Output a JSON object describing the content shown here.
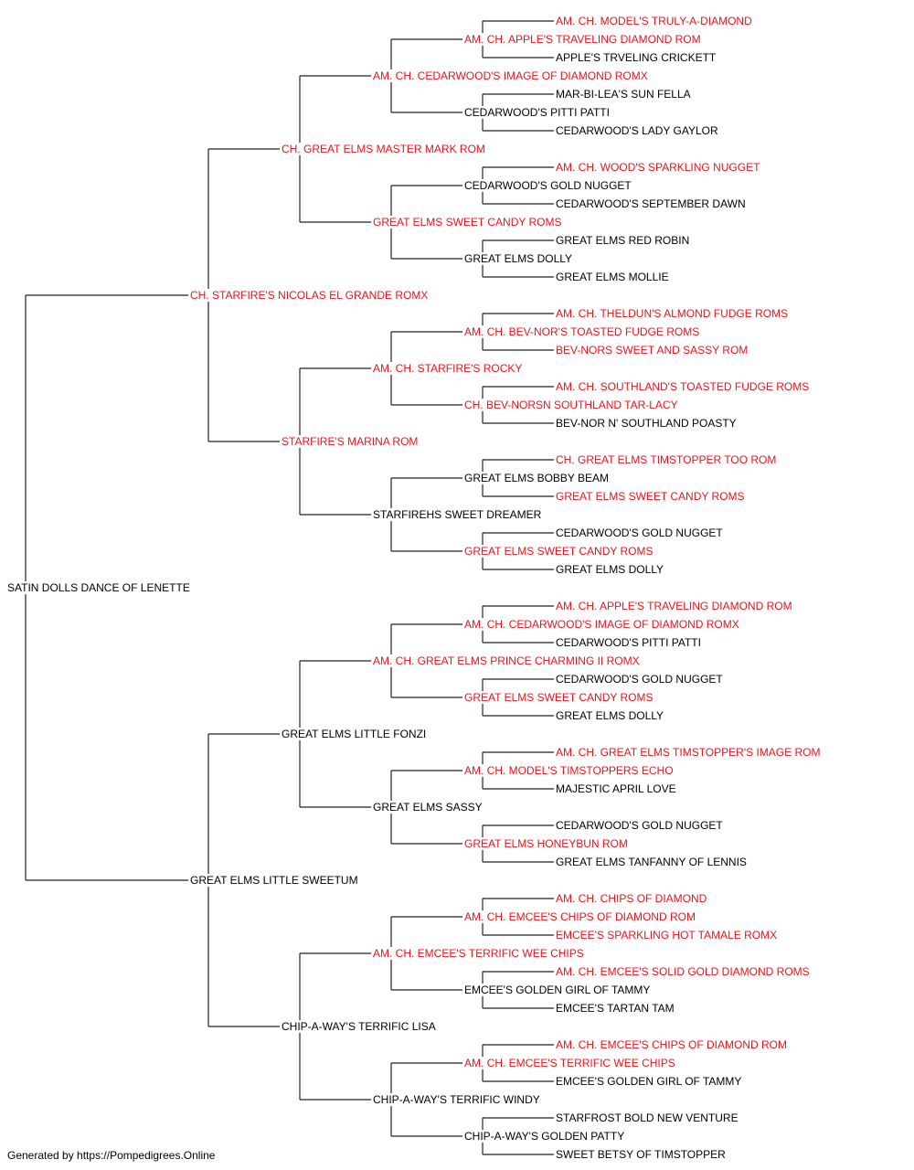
{
  "colors": {
    "titled": "#e8141c",
    "plain": "#000000",
    "line": "#222222"
  },
  "pedigree": {
    "name": "SATIN DOLLS DANCE OF LENETTE",
    "titled": false,
    "sire": {
      "name": "CH. STARFIRE'S NICOLAS EL GRANDE ROMX",
      "titled": true,
      "sire": {
        "name": "CH. GREAT ELMS MASTER MARK ROM",
        "titled": true,
        "sire": {
          "name": "AM. CH. CEDARWOOD'S IMAGE OF DIAMOND ROMX",
          "titled": true,
          "sire": {
            "name": "AM. CH. APPLE'S TRAVELING DIAMOND ROM",
            "titled": true,
            "sire": {
              "name": "AM. CH. MODEL'S TRULY-A-DIAMOND",
              "titled": true
            },
            "dam": {
              "name": "APPLE'S TRVELING CRICKETT",
              "titled": false
            }
          },
          "dam": {
            "name": "CEDARWOOD'S PITTI PATTI",
            "titled": false,
            "sire": {
              "name": "MAR-BI-LEA'S SUN FELLA",
              "titled": false
            },
            "dam": {
              "name": "CEDARWOOD'S LADY GAYLOR",
              "titled": false
            }
          }
        },
        "dam": {
          "name": "GREAT ELMS SWEET CANDY ROMS",
          "titled": true,
          "sire": {
            "name": "CEDARWOOD'S GOLD NUGGET",
            "titled": false,
            "sire": {
              "name": "AM. CH. WOOD'S SPARKLING NUGGET",
              "titled": true
            },
            "dam": {
              "name": "CEDARWOOD'S SEPTEMBER DAWN",
              "titled": false
            }
          },
          "dam": {
            "name": "GREAT ELMS DOLLY",
            "titled": false,
            "sire": {
              "name": "GREAT ELMS RED ROBIN",
              "titled": false
            },
            "dam": {
              "name": "GREAT ELMS MOLLIE",
              "titled": false
            }
          }
        }
      },
      "dam": {
        "name": "STARFIRE'S MARINA ROM",
        "titled": true,
        "sire": {
          "name": "AM. CH. STARFIRE'S ROCKY",
          "titled": true,
          "sire": {
            "name": "AM. CH. BEV-NOR'S TOASTED FUDGE ROMS",
            "titled": true,
            "sire": {
              "name": "AM. CH. THELDUN'S ALMOND FUDGE ROMS",
              "titled": true
            },
            "dam": {
              "name": "BEV-NORS SWEET AND SASSY ROM",
              "titled": true
            }
          },
          "dam": {
            "name": "CH. BEV-NORSN SOUTHLAND TAR-LACY",
            "titled": true,
            "sire": {
              "name": "AM. CH. SOUTHLAND'S TOASTED FUDGE ROMS",
              "titled": true
            },
            "dam": {
              "name": "BEV-NOR N' SOUTHLAND POASTY",
              "titled": false
            }
          }
        },
        "dam": {
          "name": "STARFIREHS SWEET DREAMER",
          "titled": false,
          "sire": {
            "name": "GREAT ELMS BOBBY BEAM",
            "titled": false,
            "sire": {
              "name": "CH. GREAT ELMS TIMSTOPPER TOO ROM",
              "titled": true
            },
            "dam": {
              "name": "GREAT ELMS SWEET CANDY ROMS",
              "titled": true
            }
          },
          "dam": {
            "name": "GREAT ELMS SWEET CANDY ROMS",
            "titled": true,
            "sire": {
              "name": "CEDARWOOD'S GOLD NUGGET",
              "titled": false
            },
            "dam": {
              "name": "GREAT ELMS DOLLY",
              "titled": false
            }
          }
        }
      }
    },
    "dam": {
      "name": "GREAT ELMS LITTLE SWEETUM",
      "titled": false,
      "sire": {
        "name": "GREAT ELMS LITTLE FONZI",
        "titled": false,
        "sire": {
          "name": "AM. CH. GREAT ELMS PRINCE CHARMING II ROMX",
          "titled": true,
          "sire": {
            "name": "AM. CH. CEDARWOOD'S IMAGE OF DIAMOND ROMX",
            "titled": true,
            "sire": {
              "name": "AM. CH. APPLE'S TRAVELING DIAMOND ROM",
              "titled": true
            },
            "dam": {
              "name": "CEDARWOOD'S PITTI PATTI",
              "titled": false
            }
          },
          "dam": {
            "name": "GREAT ELMS SWEET CANDY ROMS",
            "titled": true,
            "sire": {
              "name": "CEDARWOOD'S GOLD NUGGET",
              "titled": false
            },
            "dam": {
              "name": "GREAT ELMS DOLLY",
              "titled": false
            }
          }
        },
        "dam": {
          "name": "GREAT ELMS SASSY",
          "titled": false,
          "sire": {
            "name": "AM. CH. MODEL'S TIMSTOPPERS ECHO",
            "titled": true,
            "sire": {
              "name": "AM. CH. GREAT ELMS TIMSTOPPER'S IMAGE ROM",
              "titled": true
            },
            "dam": {
              "name": "MAJESTIC APRIL LOVE",
              "titled": false
            }
          },
          "dam": {
            "name": "GREAT ELMS HONEYBUN ROM",
            "titled": true,
            "sire": {
              "name": "CEDARWOOD'S GOLD NUGGET",
              "titled": false
            },
            "dam": {
              "name": "GREAT ELMS TANFANNY OF LENNIS",
              "titled": false
            }
          }
        }
      },
      "dam": {
        "name": "CHIP-A-WAY'S TERRIFIC LISA",
        "titled": false,
        "sire": {
          "name": "AM. CH. EMCEE'S TERRIFIC WEE CHIPS",
          "titled": true,
          "sire": {
            "name": "AM. CH. EMCEE'S CHIPS OF DIAMOND ROM",
            "titled": true,
            "sire": {
              "name": "AM. CH. CHIPS OF DIAMOND",
              "titled": true
            },
            "dam": {
              "name": "EMCEE'S SPARKLING HOT TAMALE ROMX",
              "titled": true
            }
          },
          "dam": {
            "name": "EMCEE'S GOLDEN GIRL OF TAMMY",
            "titled": false,
            "sire": {
              "name": "AM. CH. EMCEE'S SOLID GOLD DIAMOND ROMS",
              "titled": true
            },
            "dam": {
              "name": "EMCEE'S TARTAN TAM",
              "titled": false
            }
          }
        },
        "dam": {
          "name": "CHIP-A-WAY'S TERRIFIC WINDY",
          "titled": false,
          "sire": {
            "name": "AM. CH. EMCEE'S TERRIFIC WEE CHIPS",
            "titled": true,
            "sire": {
              "name": "AM. CH. EMCEE'S CHIPS OF DIAMOND ROM",
              "titled": true
            },
            "dam": {
              "name": "EMCEE'S GOLDEN GIRL OF TAMMY",
              "titled": false
            }
          },
          "dam": {
            "name": "CHIP-A-WAY'S GOLDEN PATTY",
            "titled": false,
            "sire": {
              "name": "STARFROST BOLD NEW VENTURE",
              "titled": false
            },
            "dam": {
              "name": "SWEET BETSY OF TIMSTOPPER",
              "titled": false
            }
          }
        }
      }
    }
  },
  "footer": {
    "text": "Generated by https://Pompedigrees.Online"
  }
}
